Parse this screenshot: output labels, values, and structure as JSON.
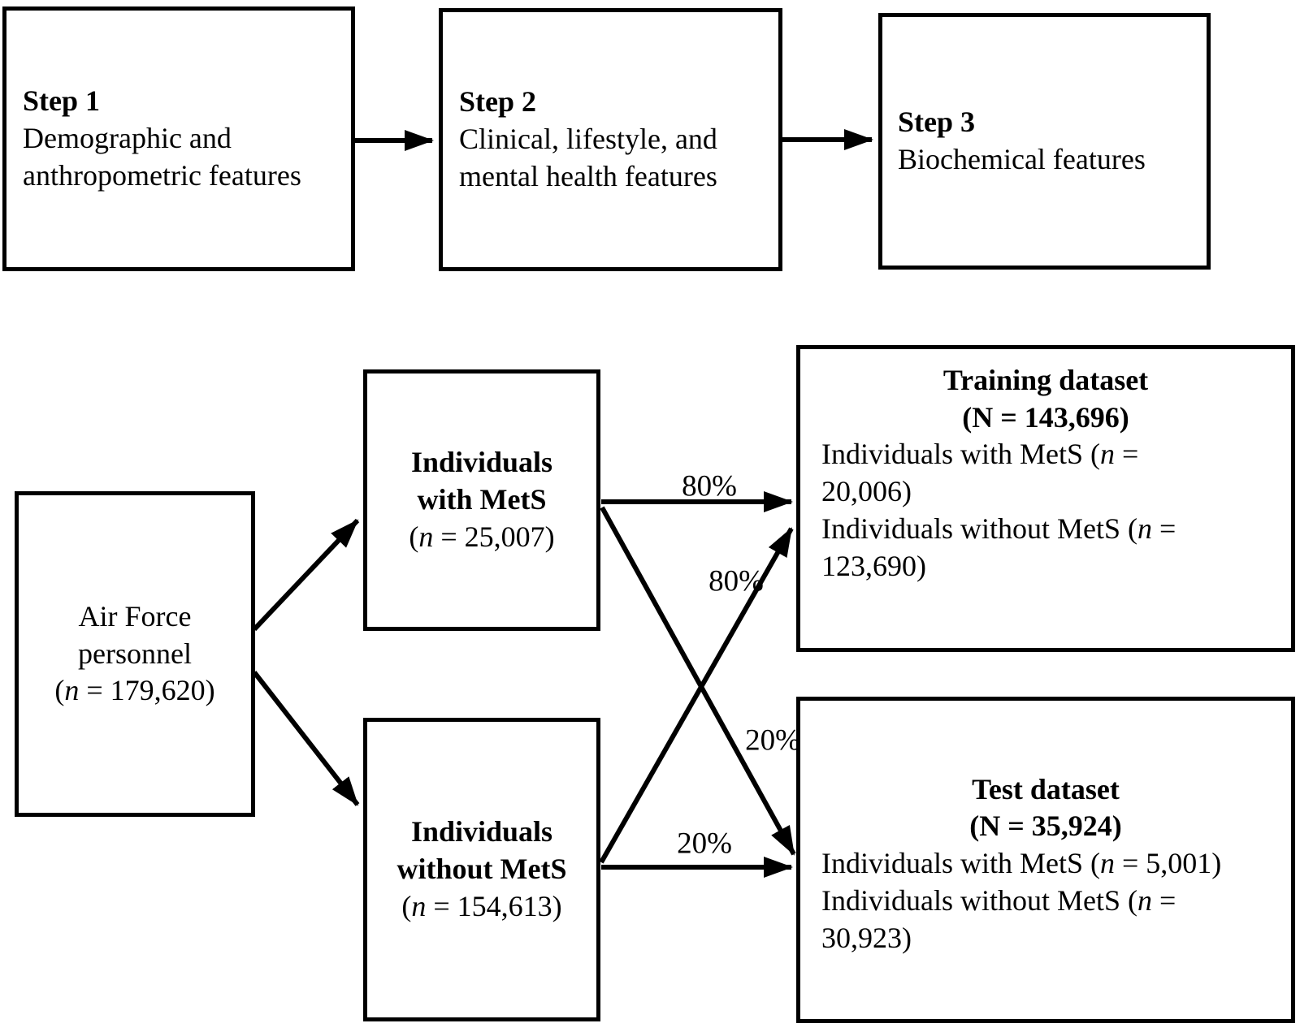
{
  "boxes": {
    "step1": {
      "title": "Step 1",
      "lines": [
        "Demographic and",
        "anthropometric features"
      ]
    },
    "step2": {
      "title": "Step 2",
      "lines": [
        "Clinical, lifestyle, and",
        "mental health features"
      ]
    },
    "step3": {
      "title": "Step 3",
      "lines": [
        "Biochemical features"
      ]
    },
    "airforce": {
      "lines": [
        "Air Force",
        "personnel"
      ],
      "count": [
        "(",
        "n",
        " = 179,620)"
      ]
    },
    "with_mets": {
      "title_lines": [
        "Individuals",
        "with MetS"
      ],
      "count": [
        "(",
        "n",
        " = 25,007)"
      ]
    },
    "without_mets": {
      "title_lines": [
        "Individuals",
        "without MetS"
      ],
      "count": [
        "(",
        "n",
        " = 154,613)"
      ]
    },
    "training": {
      "title": "Training dataset",
      "subtitle": "(N = 143,696)",
      "body": [
        [
          "Individuals with MetS (",
          "n",
          " ="
        ],
        [
          "20,006)",
          "",
          ""
        ],
        [
          "Individuals without MetS (",
          "n",
          " ="
        ],
        [
          "123,690)",
          "",
          ""
        ]
      ]
    },
    "test": {
      "title": "Test dataset",
      "subtitle": "(N = 35,924)",
      "body": [
        [
          "Individuals with MetS (",
          "n",
          " = 5,001)"
        ],
        [
          "Individuals without MetS (",
          "n",
          " ="
        ],
        [
          "30,923)",
          "",
          ""
        ]
      ]
    }
  },
  "arrow_labels": {
    "train_from_with": "80%",
    "train_from_without": "80%",
    "test_from_with": "20%",
    "test_from_without": "20%"
  },
  "colors": {
    "ink": "#000000",
    "background": "#ffffff"
  }
}
